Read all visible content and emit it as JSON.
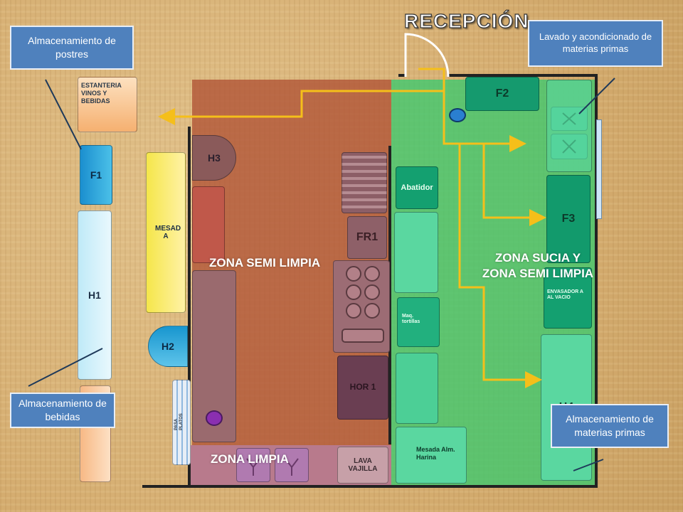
{
  "title": "RECEPCIÓN",
  "zones": {
    "semi_limpia": "ZONA SEMI LIMPIA",
    "sucia_line1": "ZONA  SUCIA Y",
    "sucia_line2": "ZONA SEMI LIMPIA",
    "limpia": "ZONA LIMPIA"
  },
  "callouts": {
    "postres": "Almacenamiento de postres",
    "lavado": "Lavado y acondicionado de materias primas",
    "bebidas": "Almacenamiento de bebidas",
    "materias": "Almacenamiento de materias primas"
  },
  "equipment": {
    "estanteria": "ESTANTERIA VINOS Y BEBIDAS",
    "f1": "F1",
    "h1": "H1",
    "mesada": "MESAD A",
    "h2": "H2",
    "h3": "H3",
    "pasa": "PASA PLATOS",
    "fr1": "FR1",
    "hor1": "HOR 1",
    "lava": "LAVA VAJILLA",
    "f2": "F2",
    "abatidor": "Abatidor",
    "maq": "Maq. tortillas",
    "f3": "F3",
    "envasador": "ENVASADOR A AL VACIO",
    "h4": "H4",
    "mesada_harina": "Mesada Alm. Harina"
  },
  "colors": {
    "flow_arrow": "#f5bf1a",
    "callout": "#4f81bd",
    "zone_semi_limpia": "#b05234",
    "zone_sucia": "#40c86e"
  }
}
